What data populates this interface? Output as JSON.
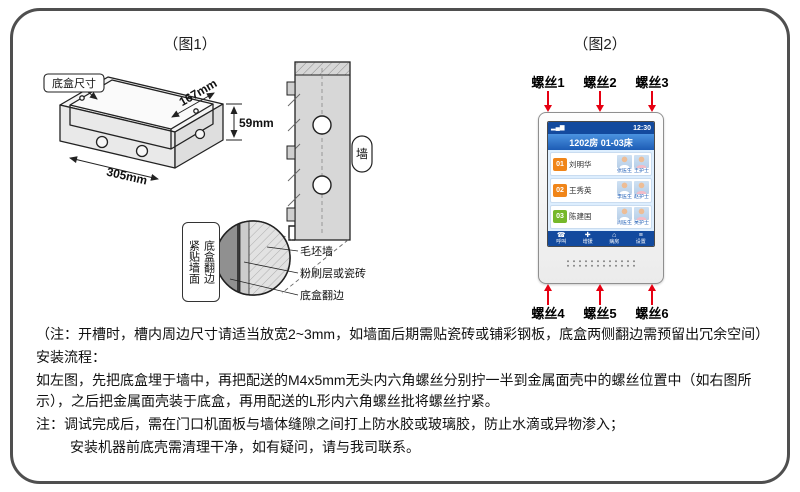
{
  "figure1": {
    "title": "（图1）",
    "box_label": "底盒尺寸",
    "dims": {
      "width": "167mm",
      "height": "59mm",
      "length": "305mm"
    },
    "wall_label": "墙",
    "flush_label": {
      "col1": "紧贴墙面",
      "col2": "底盒翻边"
    },
    "detail_labels": {
      "rough_wall": "毛坯墙",
      "plaster": "粉刷层或瓷砖",
      "flange": "底盒翻边"
    }
  },
  "figure2": {
    "title": "（图2）",
    "screws_top": [
      "螺丝1",
      "螺丝2",
      "螺丝3"
    ],
    "screws_bottom": [
      "螺丝4",
      "螺丝5",
      "螺丝6"
    ],
    "screen": {
      "status_icons": "▂▄▆",
      "time": "12:30",
      "room_title": "1202房 01-03床",
      "patients": [
        {
          "badge": "01",
          "name": "刘明华",
          "staff1": "张医生",
          "staff2": "王护士",
          "badge_color": "#f08519"
        },
        {
          "badge": "02",
          "name": "王秀英",
          "staff1": "李医生",
          "staff2": "赵护士",
          "badge_color": "#f08519"
        },
        {
          "badge": "03",
          "name": "陈建国",
          "staff1": "周医生",
          "staff2": "吴护士",
          "badge_color": "#76b82a"
        }
      ],
      "nav": [
        {
          "icon": "☎",
          "label": "呼叫"
        },
        {
          "icon": "✚",
          "label": "增援"
        },
        {
          "icon": "⌂",
          "label": "病房"
        },
        {
          "icon": "≡",
          "label": "设置"
        }
      ]
    }
  },
  "notes": {
    "note1": "（注：开槽时，槽内周边尺寸请适当放宽2~3mm，如墙面后期需贴瓷砖或铺彩钢板，底盒两侧翻边需预留出冗余空间）",
    "flow_title": "安装流程：",
    "flow_body": "如左图，先把底盒埋于墙中，再把配送的M4x5mm无头内六角螺丝分别拧一半到金属面壳中的螺丝位置中（如右图所示），之后把金属面壳装于底盒，再用配送的L形内六角螺丝批将螺丝拧紧。",
    "note2": "注：调试完成后，需在门口机面板与墙体缝隙之间打上防水胶或玻璃胶，防止水滴或异物渗入；",
    "note3": "安装机器前底壳需清理干净，如有疑问，请与我司联系。"
  },
  "colors": {
    "arrow_red": "#e60012",
    "badge_orange": "#f08519",
    "badge_green": "#76b82a",
    "screen_blue": "#134a9e"
  }
}
